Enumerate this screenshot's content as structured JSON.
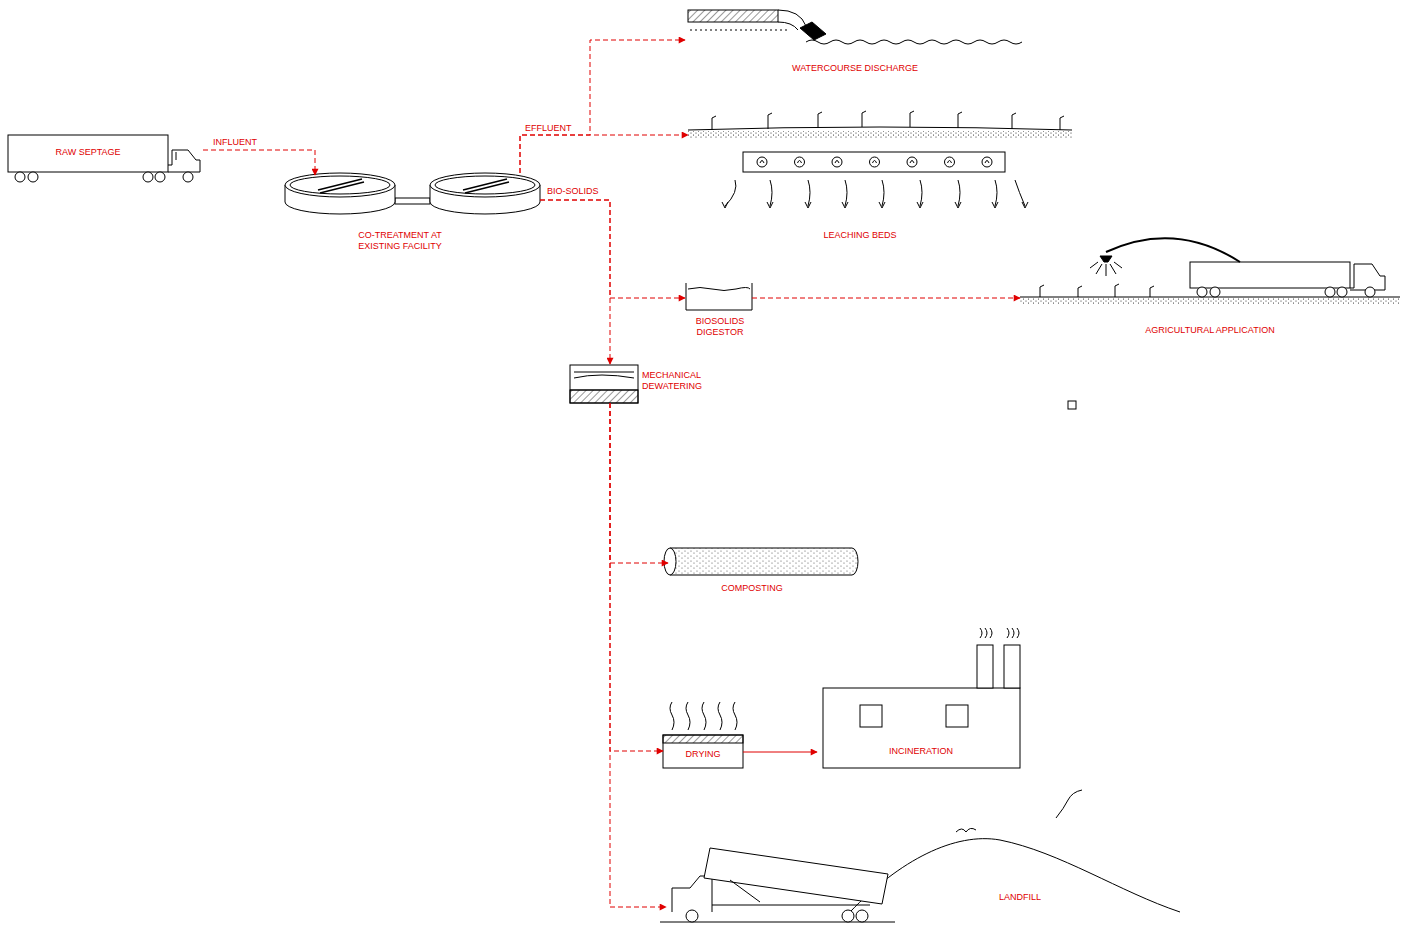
{
  "diagram": {
    "nodes": [
      {
        "text": [
          "RAW SEPTAGE"
        ]
      },
      {
        "text": [
          "CO-TREATMENT AT EXISTING FACILITY"
        ]
      },
      {
        "text": [
          "WATERCOURSE DISCHARGE"
        ]
      },
      {
        "text": [
          "LEACHING BEDS"
        ]
      },
      {
        "text": [
          "BIOSOLIDS DIGESTOR"
        ]
      },
      {
        "text": [
          "AGRICULTURAL APPLICATION"
        ]
      },
      {
        "text": [
          "MECHANICAL DEWATERING"
        ]
      },
      {
        "text": [
          "COMPOSTING"
        ]
      },
      {
        "text": [
          "DRYING"
        ]
      },
      {
        "text": [
          "INCINERATION"
        ]
      },
      {
        "text": [
          "LANDFILL"
        ]
      }
    ],
    "edges": [
      {
        "from": 0,
        "to": 1,
        "label": "INFLUENT",
        "arrow": "to"
      },
      {
        "from": 1,
        "to": 2,
        "label": "EFFLUENT",
        "arrow": "to"
      },
      {
        "from": 1,
        "to": 3,
        "arrow": "to"
      },
      {
        "from": 1,
        "to": 4,
        "label": "BIO-SOLIDS",
        "arrow": "to"
      },
      {
        "from": 1,
        "to": 6,
        "arrow": "to"
      },
      {
        "from": 4,
        "to": 5,
        "arrow": "to"
      },
      {
        "from": 6,
        "to": 7,
        "arrow": "to"
      },
      {
        "from": 6,
        "to": 8,
        "arrow": "to"
      },
      {
        "from": 8,
        "to": 9,
        "arrow": "to"
      },
      {
        "from": 6,
        "to": 10,
        "arrow": "to"
      }
    ]
  }
}
